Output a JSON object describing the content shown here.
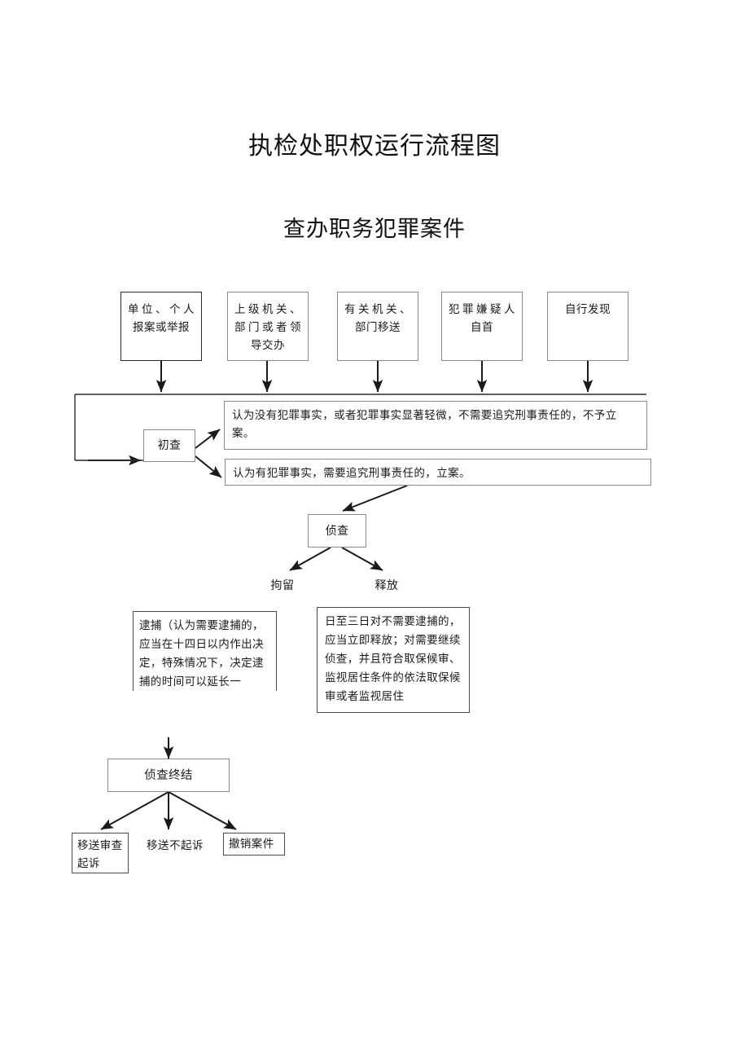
{
  "document": {
    "title_main": "执检处职权运行流程图",
    "title_sub": "查办职务犯罪案件"
  },
  "sources": [
    {
      "label": "单位、个人报案或举报"
    },
    {
      "label": "上级机关、部门或者领导交办"
    },
    {
      "label": "有关机关、部门移送"
    },
    {
      "label": "犯罪嫌疑人自首"
    },
    {
      "label": "自行发现"
    }
  ],
  "stages": {
    "preliminary_review": "初查",
    "investigation": "侦查",
    "investigation_closed": "侦查终结"
  },
  "decisions": {
    "no_case": "认为没有犯罪事实，或者犯罪事实显著轻微，不需要追究刑事责任的，不予立案。",
    "open_case": "认为有犯罪事实，需要追究刑事责任的，立案。"
  },
  "coercive_labels": {
    "detain": "拘留",
    "release": "释放"
  },
  "coercive_notes": {
    "arrest": "逮捕（认为需要逮捕的，应当在十四日以内作出决定，特殊情况下，决定逮捕的时间可以延长一",
    "release": "日至三日对不需要逮捕的，应当立即释放；对需要继续侦查，并且符合取保候审、监视居住条件的依法取保候审或者监视居住"
  },
  "outcomes": [
    {
      "label": "移送审查起诉",
      "boxed": true
    },
    {
      "label": "移送不起诉",
      "boxed": false
    },
    {
      "label": "撤销案件",
      "boxed": true
    }
  ],
  "colors": {
    "page_background": "#ffffff",
    "text": "#1a1a1a",
    "box_border": "#8a8a8a",
    "box_border_dark": "#2a2a2a",
    "edge": "#1a1a1a"
  }
}
